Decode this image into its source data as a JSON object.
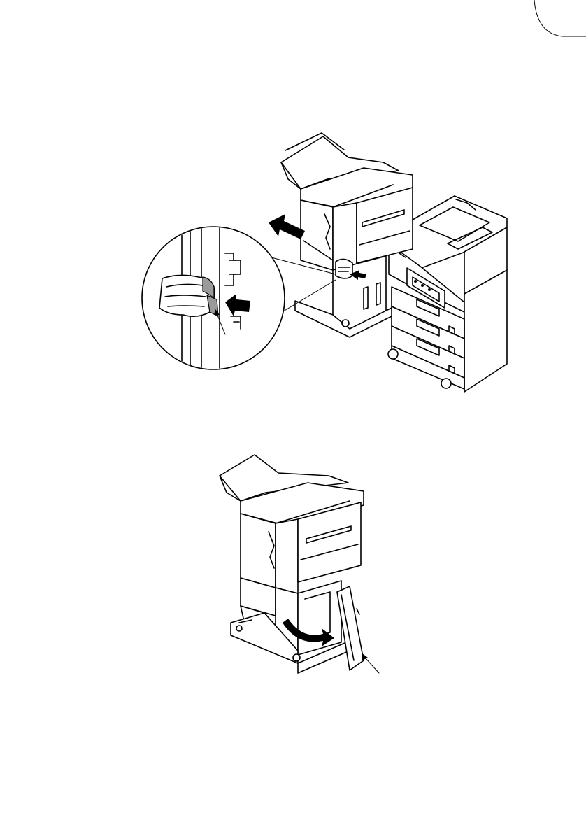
{
  "figures": [
    {
      "id": "fig-finisher-slide",
      "icon": "finisher-slide-away-illustration"
    },
    {
      "id": "fig-finisher-door",
      "icon": "finisher-front-door-open-illustration"
    }
  ]
}
